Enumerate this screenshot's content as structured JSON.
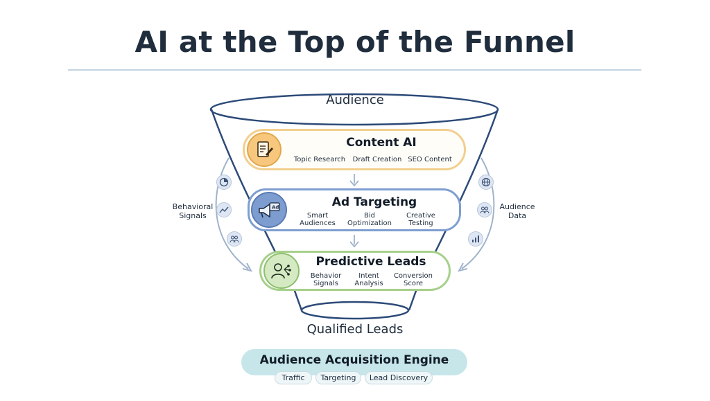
{
  "title": "AI at the Top of the Funnel",
  "funnel": {
    "top_label": "Audience",
    "bottom_label": "Qualified Leads",
    "stages": [
      {
        "title": "Content AI",
        "icon": "document-pen-icon",
        "color": "#f2cf8f",
        "items": [
          "Topic Research",
          "Draft Creation",
          "SEO Content"
        ]
      },
      {
        "title": "Ad Targeting",
        "icon": "megaphone-ad-icon",
        "color": "#7e9ed0",
        "items": [
          [
            "Smart",
            "Audiences"
          ],
          [
            "Bid",
            "Optimization"
          ],
          [
            "Creative",
            "Testing"
          ]
        ]
      },
      {
        "title": "Predictive Leads",
        "icon": "user-network-icon",
        "color": "#a6d08a",
        "items": [
          [
            "Behavior",
            "Signals"
          ],
          [
            "Intent",
            "Analysis"
          ],
          [
            "Conversion",
            "Score"
          ]
        ]
      }
    ]
  },
  "inputs": {
    "left": {
      "label": [
        "Behavioral",
        "Signals"
      ],
      "icons": [
        "pie-chart-icon",
        "trend-line-icon",
        "people-icon"
      ]
    },
    "right": {
      "label": [
        "Audience",
        "Data"
      ],
      "icons": [
        "globe-icon",
        "people-icon",
        "bar-chart-icon"
      ]
    }
  },
  "engine": {
    "title": "Audience Acquisition Engine",
    "tags": [
      "Traffic",
      "Targeting",
      "Lead Discovery"
    ],
    "color": "#c7e6ea"
  }
}
